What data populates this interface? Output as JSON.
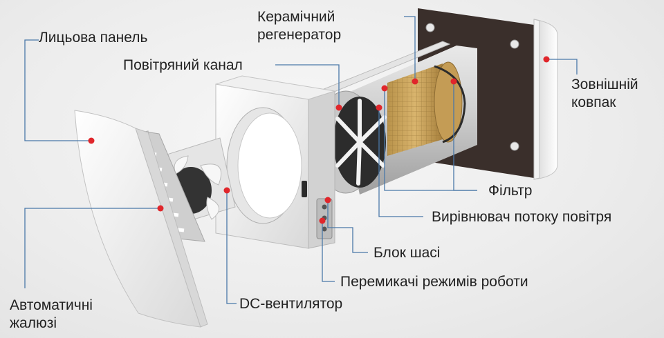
{
  "labels": {
    "front_panel": "Лицьова панель",
    "ceramic_regenerator": "Керамічний регенератор",
    "air_duct": "Повітряний канал",
    "outer_hood": "Зовнішній ковпак",
    "filter": "Фільтр",
    "flow_straightener": "Вирівнювач потоку повітря",
    "chassis_block": "Блок шасі",
    "mode_switches": "Перемикачі режимів роботи",
    "dc_fan": "DC-вентилятор",
    "auto_shutters": "Автоматичні жалюзі"
  },
  "colors": {
    "leader_line": "#4a78a8",
    "marker_dot": "#e0262b",
    "ceramic": "#c9a35a",
    "hood_plate": "#3a2f2b",
    "panel_white": "#f4f4f4",
    "label_text": "#222222"
  }
}
